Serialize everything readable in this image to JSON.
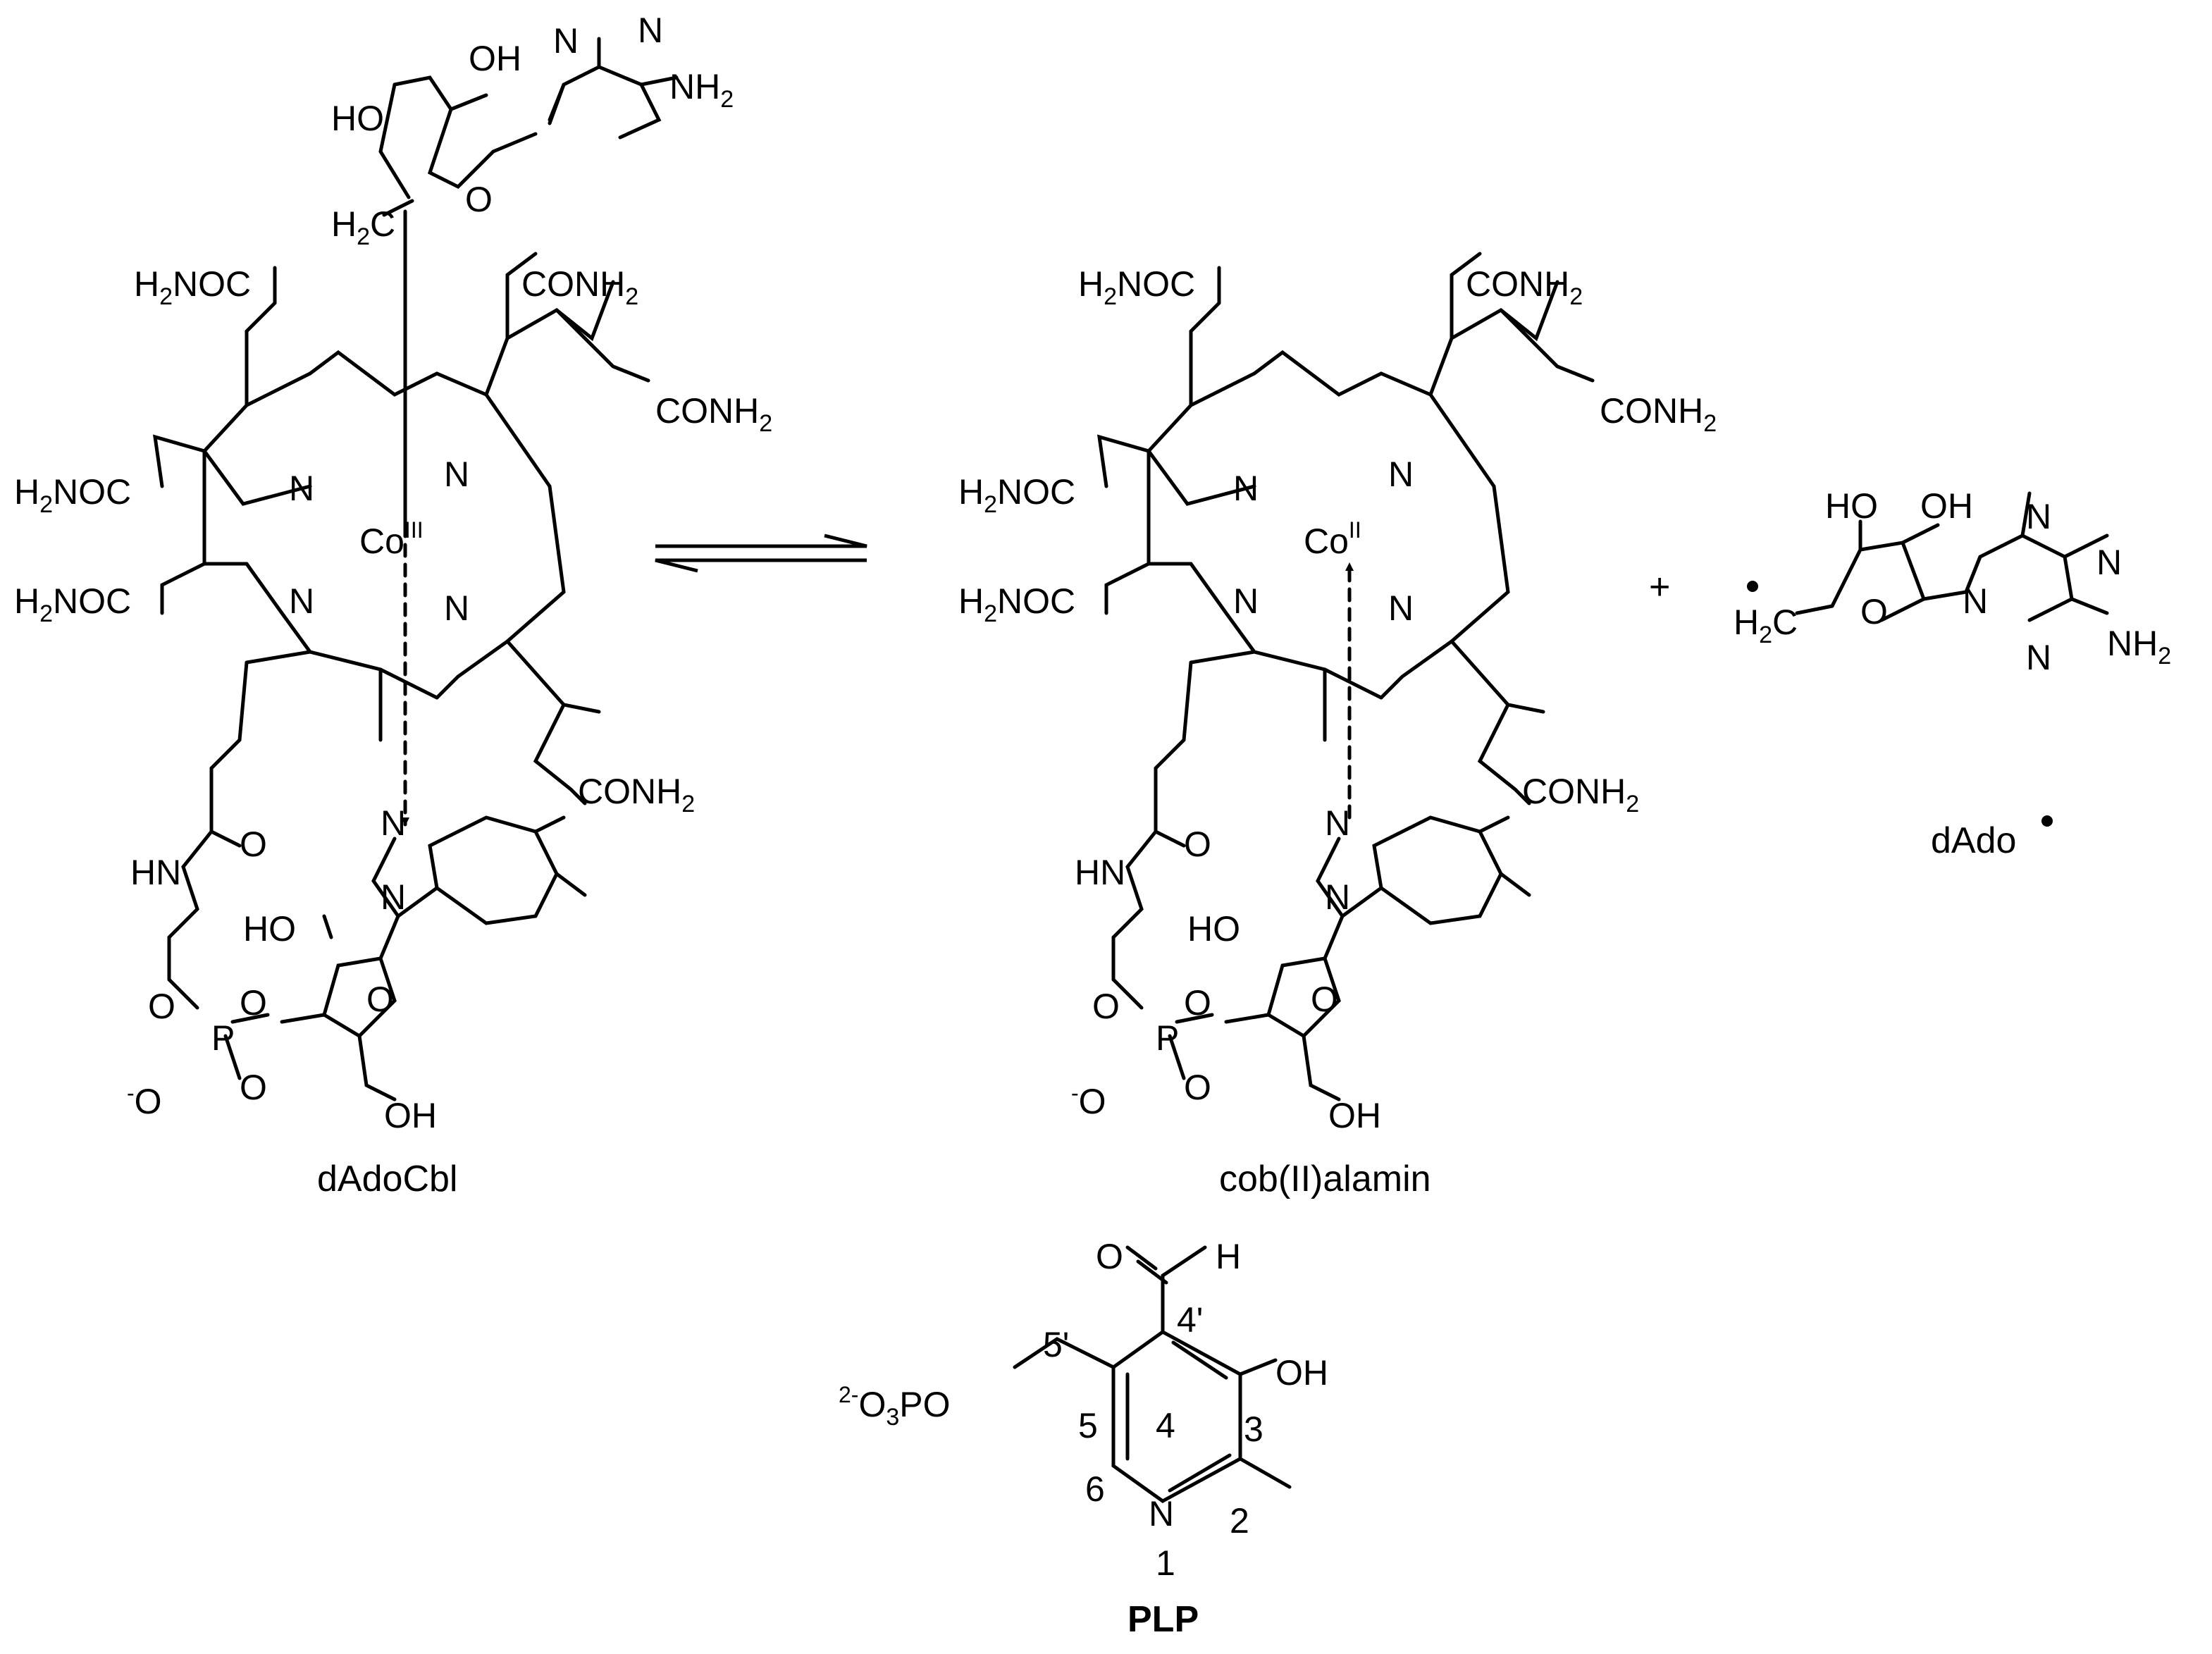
{
  "title": "",
  "captions": {
    "left": "dAdoCbl",
    "middle": "cob(II)alamin",
    "right": "dAdo",
    "bottom": "PLP"
  },
  "plus_sign": "+",
  "cobalt": {
    "left": {
      "symbol": "Co",
      "oxidation": "III"
    },
    "middle": {
      "symbol": "Co",
      "oxidation": "II"
    }
  },
  "groups": {
    "h2noc": {
      "pre": "H",
      "sub": "2",
      "post": "NOC"
    },
    "conh2": {
      "pre": "CONH",
      "sub": "2"
    },
    "nh2": {
      "pre": "NH",
      "sub": "2"
    },
    "h2c": {
      "pre": "H",
      "sub": "2",
      "post": "C"
    },
    "n": "N",
    "o": "O",
    "p": "P",
    "oh": "OH",
    "ho": "HO",
    "hn": "HN",
    "h": "H",
    "neg_o": {
      "sup": "-",
      "post": "O"
    },
    "o3po": {
      "sup": "2-",
      "pre": "O",
      "sub": "3",
      "post": "PO"
    }
  },
  "plp_numbers": [
    "1",
    "2",
    "3",
    "4",
    "4'",
    "5",
    "5'",
    "6"
  ],
  "colors": {
    "ink": "#000000",
    "background": "#ffffff"
  }
}
